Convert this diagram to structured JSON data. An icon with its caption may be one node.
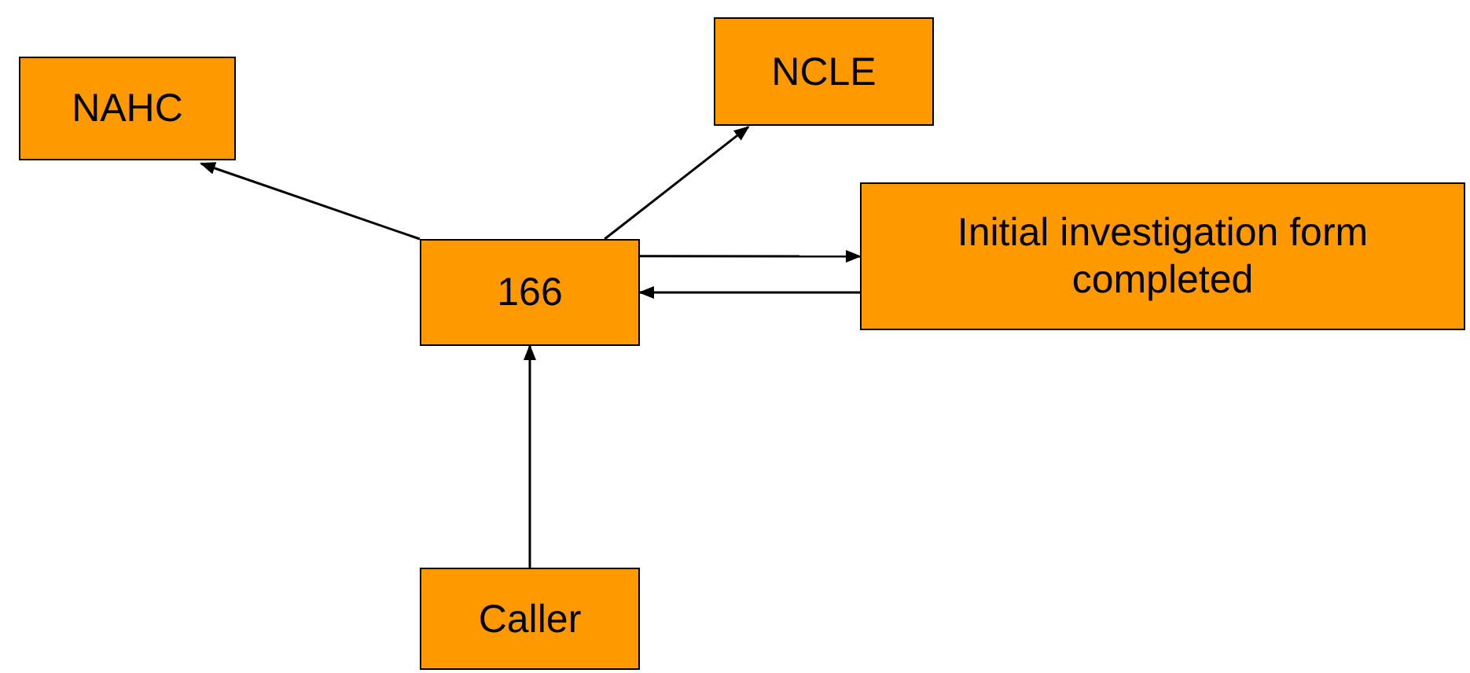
{
  "diagram": {
    "nodes": [
      {
        "text": [
          "NAHC"
        ]
      },
      {
        "text": [
          "NCLE"
        ]
      },
      {
        "text": [
          "166"
        ]
      },
      {
        "text": [
          "Initial investigation form completed"
        ]
      },
      {
        "text": [
          "Caller"
        ]
      }
    ],
    "edges": [
      {
        "from": 2,
        "to": 0,
        "arrow": "to"
      },
      {
        "from": 2,
        "to": 1,
        "arrow": "to"
      },
      {
        "from": 2,
        "to": 3,
        "arrow": "to"
      },
      {
        "from": 3,
        "to": 2,
        "arrow": "to"
      },
      {
        "from": 4,
        "to": 2,
        "arrow": "to"
      }
    ]
  }
}
